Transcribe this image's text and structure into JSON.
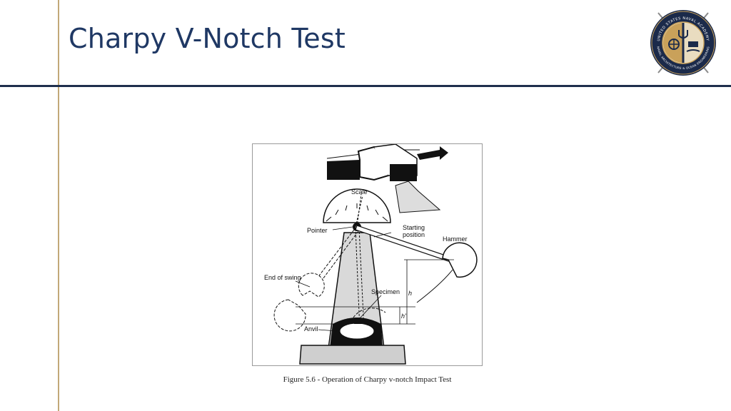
{
  "slide": {
    "title": "Charpy V-Notch Test"
  },
  "logo": {
    "top_text": "UNITED STATES NAVAL ACADEMY",
    "bottom_text": "NAVAL ARCHITECTURE & OCEAN ENGINEERING"
  },
  "figure": {
    "labels": {
      "scale": "Scale",
      "pointer": "Pointer",
      "starting_position_1": "Starting",
      "starting_position_2": "position",
      "hammer": "Hammer",
      "end_of_swing": "End of swing",
      "specimen": "Specimen",
      "anvil": "Anvil",
      "h": "h",
      "h_prime": "h'"
    },
    "caption": "Figure 5.6 - Operation of Charpy v-notch Impact Test"
  },
  "colors": {
    "title": "#1f3864",
    "rule": "#1f2f4d",
    "accent_line": "#c2a878",
    "logo_navy": "#1b2a4a",
    "logo_gold": "#c9a15a"
  }
}
